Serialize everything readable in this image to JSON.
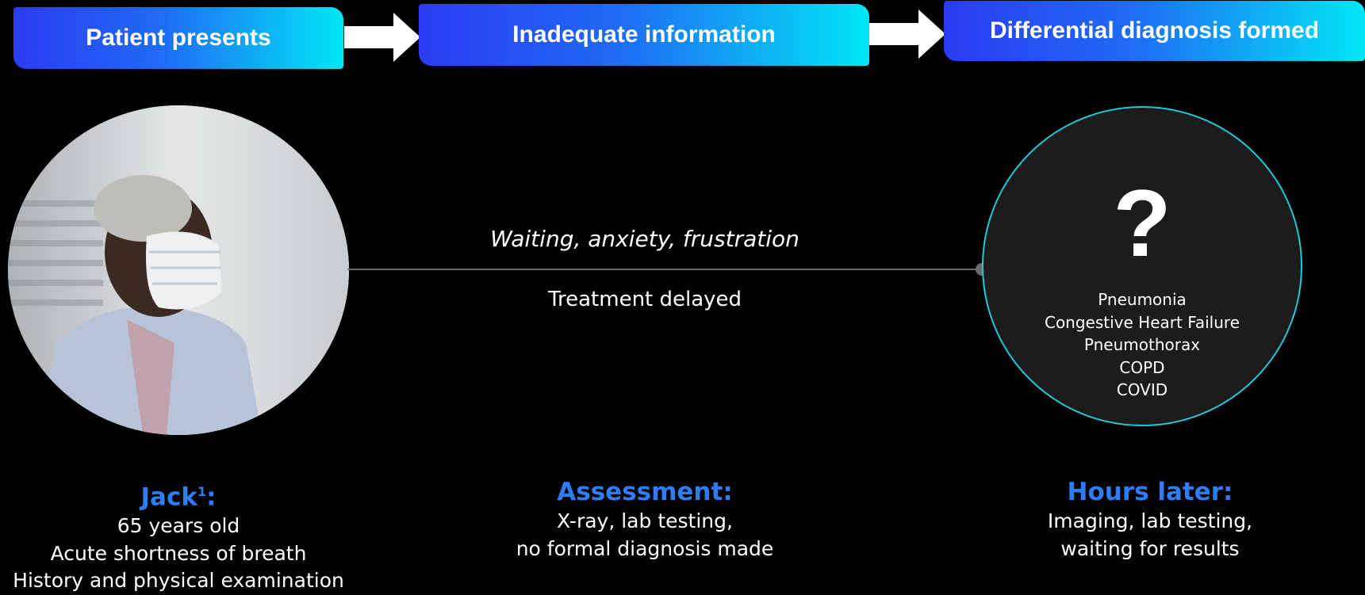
{
  "stages": [
    {
      "label": "Patient presents"
    },
    {
      "label": "Inadequate information"
    },
    {
      "label": "Differential diagnosis formed"
    }
  ],
  "timeline": {
    "feeling": "Waiting, anxiety, frustration",
    "consequence": "Treatment delayed"
  },
  "differential": {
    "symbol": "?",
    "items": [
      "Pneumonia",
      "Congestive Heart Failure",
      "Pneumothorax",
      "COPD",
      "COVID"
    ]
  },
  "patient": {
    "heading": "Jack",
    "footnote": "1",
    "heading_suffix": ":",
    "details": [
      "65 years old",
      "Acute shortness of breath",
      "History and physical examination"
    ]
  },
  "assessment": {
    "heading": "Assessment:",
    "details": [
      "X-ray, lab testing,",
      "no formal diagnosis made"
    ]
  },
  "later": {
    "heading": "Hours later:",
    "details": [
      "Imaging, lab testing,",
      "waiting for results"
    ]
  },
  "colors": {
    "gradient_start": "#2b3bf2",
    "gradient_end": "#00e6f5",
    "heading_blue": "#2f7df6",
    "circle_border": "#1fc7d8",
    "line_gray": "#6b6b6b"
  }
}
